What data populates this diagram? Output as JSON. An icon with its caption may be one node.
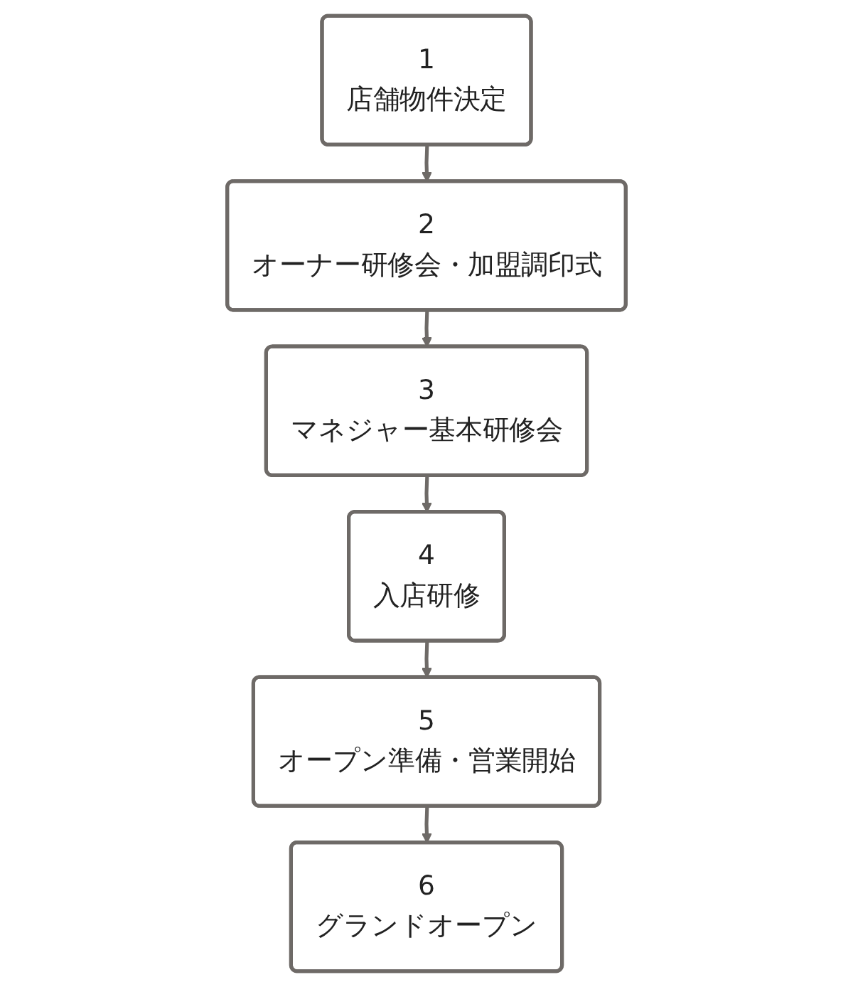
{
  "diagram": {
    "nodes": [
      {
        "text": [
          "1",
          "店舗物件決定"
        ]
      },
      {
        "text": [
          "2",
          "オーナー研修会・加盟調印式"
        ]
      },
      {
        "text": [
          "3",
          "マネジャー基本研修会"
        ]
      },
      {
        "text": [
          "4",
          "入店研修"
        ]
      },
      {
        "text": [
          "5",
          "オープン準備・営業開始"
        ]
      },
      {
        "text": [
          "6",
          "グランドオープン"
        ]
      }
    ],
    "edges": [
      {
        "from": 0,
        "to": 1,
        "arrow": "to"
      },
      {
        "from": 1,
        "to": 2,
        "arrow": "to"
      },
      {
        "from": 2,
        "to": 3,
        "arrow": "to"
      },
      {
        "from": 3,
        "to": 4,
        "arrow": "to"
      },
      {
        "from": 4,
        "to": 5,
        "arrow": "to"
      }
    ]
  }
}
